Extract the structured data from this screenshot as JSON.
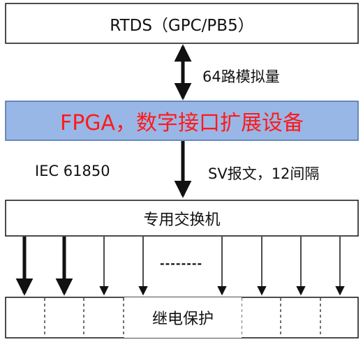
{
  "boxes": {
    "rtds": "RTDS（GPC/PB5）",
    "fpga": "FPGA，数字接口扩展设备",
    "switch": "专用交换机",
    "relay": "继电保护"
  },
  "edge_labels": {
    "analog": "64路模拟量",
    "protocol": "IEC 61850",
    "sv": "SV报文，12间隔",
    "ellipsis": "--------"
  },
  "colors": {
    "fpga_fill": "#99b7e6",
    "fpga_text": "#ff1a1a",
    "stroke": "#111111",
    "box_fill": "#ffffff"
  }
}
